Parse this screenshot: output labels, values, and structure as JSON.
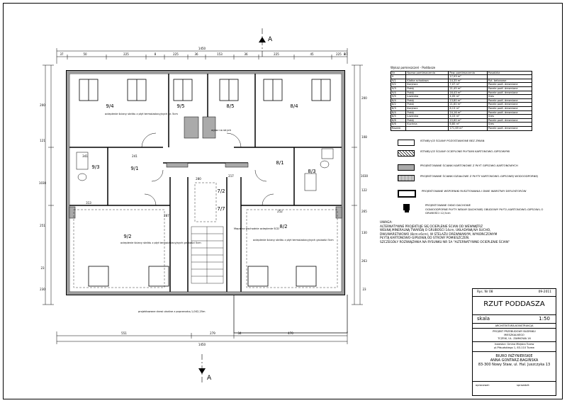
{
  "legend_table": {
    "caption": "Wykaz pomieszczeń - Poddasze",
    "headers": [
      "Nr",
      "Nazwa pomieszczenia",
      "Pow. pomieszczenia",
      "Posadzka"
    ],
    "rows": [
      [
        "9",
        "",
        "17,93 m²",
        ""
      ],
      [
        "9/1",
        "Klatka schodowa",
        "14,35 m²",
        "Pyt. betonowe"
      ],
      [
        "9/2",
        "Korytarz",
        "7,07 m²",
        "Panele podł. drewniane"
      ],
      [
        "9/3",
        "Pokój",
        "21,45 m²",
        "Panele podł. drewniane"
      ],
      [
        "9/4",
        "Pokój",
        "16,43 m²",
        "Panele podł. drewniane"
      ],
      [
        "9/5",
        "Łazienka",
        "4,05 m²",
        "Gres"
      ],
      [
        "8/4",
        "Pokój",
        "13,80 m²",
        "Panele podł. drewniane"
      ],
      [
        "8/2",
        "Pokój",
        "21,60 m²",
        "Panele podł. drewniane"
      ],
      [
        "8/3",
        "Korytarz",
        "6,13 m²",
        "Panele podł. drewniane"
      ],
      [
        "8/4",
        "Pokój",
        "24,16 m²",
        "Panele podł. drewniane"
      ],
      [
        "8/5",
        "Łazienka",
        "4,15 m²",
        "Gres"
      ],
      [
        "8/6",
        "Pokój",
        "15,60 m²",
        "Panele podł. drewniane"
      ],
      [
        "8/6",
        "Kuchnia",
        "6,80 m²",
        "Gres"
      ],
      [
        "Razem",
        "",
        "171,69 m²",
        "Panele podł. drewniane"
      ]
    ]
  },
  "legend": [
    {
      "label": "ISTNIEJĄCE ŚCIANY POZOSTAWIONE BEZ ZMIAN",
      "fill": "#ffffff",
      "style": "plain"
    },
    {
      "label": "ISTNIEJĄCE ŚCIANY OCIEPLONE PŁYTAMI KARTONOWO-GIPSOWYMI",
      "fill": "#ffffff",
      "style": "hatch"
    },
    {
      "label": "PROJEKTOWANE ŚCIANKI KARTONOWE Z PŁYT GIPSOWO-KARTONOWYCH",
      "fill": "#aaaaaa",
      "style": "grey"
    },
    {
      "label": "PROJEKTOWANE ŚCIANKI DZIAŁOWE Z PŁYTY KARTONOWO-GIPSOWEJ WODOODPORNEJ",
      "fill": "#ffffff",
      "style": "dots"
    },
    {
      "label": "PROJEKTOWANE WSPORNIKI RUSZTOWANIA I DWIE WARSTWY DEFLEKTORÓW",
      "fill": "#ffffff",
      "style": "dark"
    },
    {
      "label": "PROJEKTOWANE OKNO DACHOWE",
      "fill": "#000000",
      "style": "square"
    },
    {
      "label": "OGNIOODPORNE PŁYTY WEŁNY DACHOWEJ OBUDOWY PŁYTĄ KARTONOWO-GIPSOWĄ O GRUBOŚCI 12,5cm",
      "fill": "#000000",
      "style": "smallsquare"
    }
  ],
  "notes": {
    "heading": "UWAGA:",
    "lines": [
      "ALTERNATYWNE PROJEKTUJE SIĘ OCIEPLENIE ŚCIAN OD WEWNĄTRZ",
      "WEŁNĄ MINERALNĄ TWARDĄ O GRUBOŚCI 14cm, UKŁADANĄ NA SUCHO,",
      "DWUWARSTWOWO (8cm+6cm), W STELAŻU DREWNIANYM, WYKOŃCZONYM",
      "PŁYTĄ KARTONOWO-GIPSOWĄ OD STRONY POMIESZCZEŃ.",
      "SZCZEGÓŁY ROZWIĄZANIA NA RYSUNKU NR 5A \"ALTERNATYWNE OCIEPLENIE ŚCIAN\""
    ]
  },
  "title_block": {
    "sheet_no": "Rys. Nr 08",
    "date": "09-2011",
    "title": "RZUT PODDASZA",
    "scale_label": "skala",
    "scale_value": "1:50",
    "branch": "ARCHITEKTURA-KONSTRUKCJA",
    "project_lines": [
      "PROJEKT PRZEBUDOWY BUDYNKU",
      "MIESZKALNEGO",
      "TCZEW, UL. ZAMKOWA 16"
    ],
    "investor_lines": [
      "Inwestor: Gmina Miejska Tczew",
      "pl.Piłsudskiego 1, 83-110 Tczew"
    ],
    "office_lines": [
      "BIURO INŻYNIERSKIE",
      "ANNA GONTARZ-BAGIŃSKA",
      "83-300 Nowy Staw, ul. Hal. Juszczyka 13"
    ],
    "drawn_label": "opracował:",
    "checked_label": "sprawdził:"
  },
  "plan": {
    "section_label": "A",
    "top_dims": [
      "37",
      "1450",
      "50",
      "225",
      "8",
      "225",
      "36",
      "153",
      "36",
      "225",
      "45",
      "225",
      "8",
      "37"
    ],
    "bottom_dims": [
      "551",
      "279",
      "34",
      "470",
      "1450"
    ],
    "left_dims": [
      "200",
      "121",
      "1030",
      "251",
      "23",
      "230"
    ],
    "right_dims": [
      "200",
      "108",
      "1030",
      "122",
      "265",
      "130",
      "263",
      "23"
    ],
    "rooms": [
      "9/4",
      "9/5",
      "8/5",
      "8/4",
      "9/1",
      "9/3",
      "8/1",
      "8/3",
      "9/2",
      "8/2",
      "7/7",
      "7/2"
    ],
    "annotations": [
      "ocieplenie ściany skrótu z płyt termoizolacyjnych gr. 5cm",
      "wyłaz na strych",
      "ocieplenie ściany skrótu z płyt termoizolacyjnych grubości 5cm",
      "Mapa na wschodnie ocieplenie ŚCD",
      "ocieplenie ściany skrótu z płyt termoizolacyjnych grubości 5cm",
      "projektowane drzwi ukośne z poprzeczką 1,0X2,25m"
    ],
    "room_dims": [
      "341",
      "241",
      "313",
      "287",
      "280",
      "217",
      "252"
    ]
  },
  "colors": {
    "line": "#000000",
    "grey": "#9a9a9a",
    "light": "#d0d0d0"
  }
}
